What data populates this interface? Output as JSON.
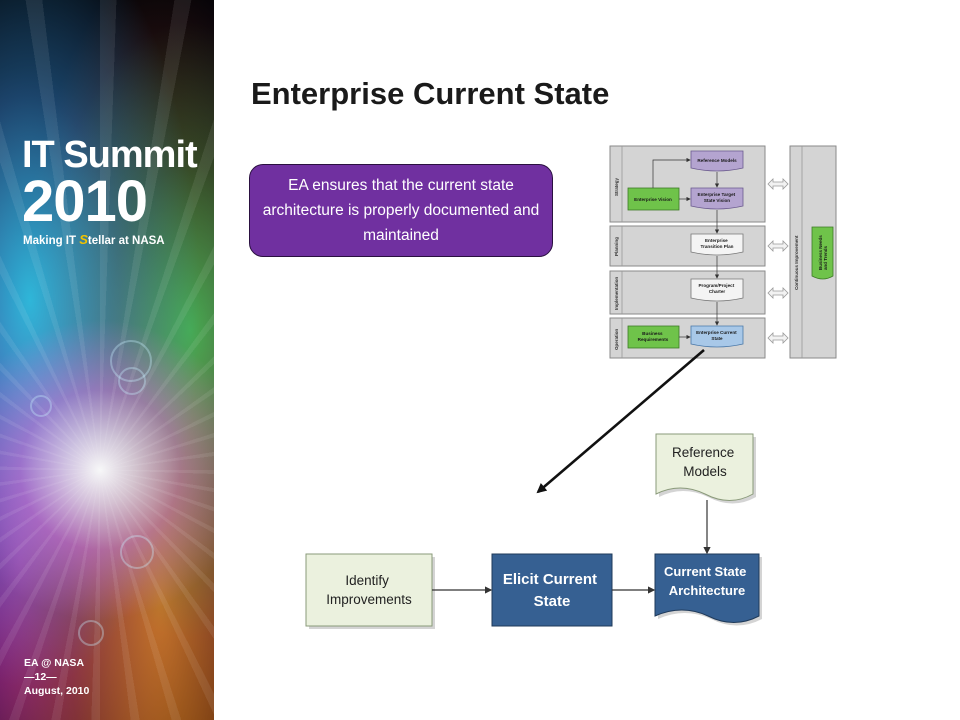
{
  "banner": {
    "logo_line1": "IT Summit",
    "logo_line2": "2010",
    "tagline_prefix": "Making IT ",
    "tagline_s": "S",
    "tagline_stellar": "tellar",
    "tagline_suffix": " at NASA",
    "footer": [
      "EA @ NASA",
      "—12—",
      "August, 2010"
    ]
  },
  "page_title": "Enterprise Current State",
  "callout": "EA ensures that the current state architecture is properly documented and maintained",
  "overview": {
    "lanes": [
      "Strategy",
      "Planning",
      "Implementation",
      "Operation"
    ],
    "continuous_improvement": "Continuous Improvement",
    "business_needs": [
      "Business Needs",
      "and Trends"
    ],
    "reference_models": "Reference Models",
    "enterprise_vision": "Enterprise Vision",
    "target_state": [
      "Enterprise Target",
      "State Vision"
    ],
    "transition_plan": [
      "Enterprise",
      "Transition Plan"
    ],
    "charter": [
      "Program/Project",
      "Charter"
    ],
    "business_requirements": [
      "Business",
      "Requirements"
    ],
    "current_state": [
      "Enterprise Current",
      "State"
    ]
  },
  "detail": {
    "reference_models": [
      "Reference",
      "Models"
    ],
    "identify": [
      "Identify",
      "Improvements"
    ],
    "elicit": [
      "Elicit Current",
      "State"
    ],
    "architecture": [
      "Current State",
      "Architecture"
    ]
  },
  "colors": {
    "purple": "#7030a0",
    "blue_box": "#366092",
    "green_box": "#6fc34a",
    "lavender_box": "#b4a4d0",
    "light_blue_box": "#a8c8e8"
  }
}
